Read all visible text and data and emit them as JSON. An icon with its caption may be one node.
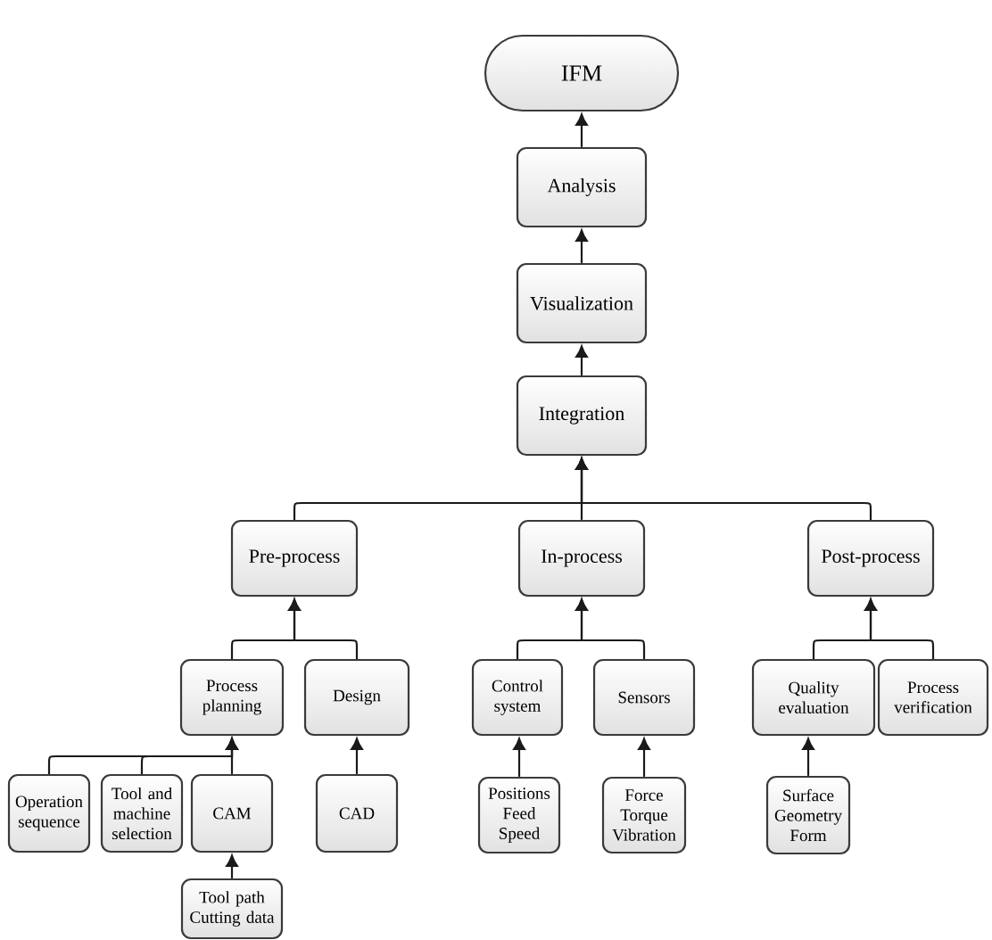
{
  "diagram": {
    "nodes": [
      {
        "text": [
          "IFM"
        ]
      },
      {
        "text": [
          "Analysis"
        ]
      },
      {
        "text": [
          "Visualization"
        ]
      },
      {
        "text": [
          "Integration"
        ]
      },
      {
        "text": [
          "Pre-process"
        ]
      },
      {
        "text": [
          "In-process"
        ]
      },
      {
        "text": [
          "Post-process"
        ]
      },
      {
        "text": [
          "Process planning"
        ]
      },
      {
        "text": [
          "Design"
        ]
      },
      {
        "text": [
          "Operation sequence"
        ]
      },
      {
        "text": [
          "Tool and machine selection"
        ]
      },
      {
        "text": [
          "CAM"
        ]
      },
      {
        "text": [
          "CAD"
        ]
      },
      {
        "text": [
          "Tool path Cutting data"
        ]
      },
      {
        "text": [
          "Control system"
        ]
      },
      {
        "text": [
          "Sensors"
        ]
      },
      {
        "text": [
          "Positions Feed Speed"
        ]
      },
      {
        "text": [
          "Force Torque Vibration"
        ]
      },
      {
        "text": [
          "Quality evaluation"
        ]
      },
      {
        "text": [
          "Process verification"
        ]
      },
      {
        "text": [
          "Surface Geometry Form"
        ]
      }
    ],
    "edges": [
      {
        "from": 1,
        "to": 0,
        "arrow": "to"
      },
      {
        "from": 2,
        "to": 1,
        "arrow": "to"
      },
      {
        "from": 3,
        "to": 2,
        "arrow": "to"
      },
      {
        "from": 4,
        "to": 3,
        "arrow": "to"
      },
      {
        "from": 5,
        "to": 3,
        "arrow": "to"
      },
      {
        "from": 6,
        "to": 3,
        "arrow": "to"
      },
      {
        "from": 7,
        "to": 4,
        "arrow": "to"
      },
      {
        "from": 8,
        "to": 4,
        "arrow": "to"
      },
      {
        "from": 14,
        "to": 5,
        "arrow": "to"
      },
      {
        "from": 15,
        "to": 5,
        "arrow": "to"
      },
      {
        "from": 18,
        "to": 6,
        "arrow": "to"
      },
      {
        "from": 19,
        "to": 6,
        "arrow": "to"
      },
      {
        "from": 9,
        "to": 7,
        "arrow": "to"
      },
      {
        "from": 10,
        "to": 7,
        "arrow": "to"
      },
      {
        "from": 11,
        "to": 7,
        "arrow": "to"
      },
      {
        "from": 13,
        "to": 11,
        "arrow": "to"
      },
      {
        "from": 12,
        "to": 8,
        "arrow": "to"
      },
      {
        "from": 16,
        "to": 14,
        "arrow": "to"
      },
      {
        "from": 17,
        "to": 15,
        "arrow": "to"
      },
      {
        "from": 20,
        "to": 18,
        "arrow": "to"
      }
    ]
  }
}
